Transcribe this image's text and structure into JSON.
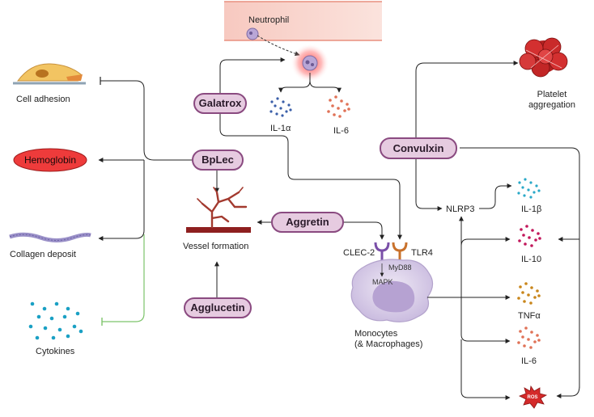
{
  "labels": {
    "neutrophil": "Neutrophil",
    "cell_adhesion": "Cell adhesion",
    "hemoglobin": "Hemoglobin",
    "collagen_deposit": "Collagen deposit",
    "cytokines": "Cytokines",
    "vessel_formation": "Vessel formation",
    "il1a": "IL-1α",
    "il6_top": "IL-6",
    "platelet_aggregation_1": "Platelet",
    "platelet_aggregation_2": "aggregation",
    "nlrp3": "NLRP3",
    "il1b": "IL-1β",
    "il10": "IL-10",
    "tnfa": "TNFα",
    "il6_bottom": "IL-6",
    "ros": "ROS",
    "clec2": "CLEC-2",
    "tlr4": "TLR4",
    "myd88": "MyD88",
    "mapk": "MAPK",
    "monocytes_1": "Monocytes",
    "monocytes_2": "(& Macrophages)"
  },
  "toxins": {
    "galatrox": "Galatrox",
    "bplec": "BpLec",
    "aggretin": "Aggretin",
    "agglucetin": "Agglucetin",
    "convulxin": "Convulxin"
  },
  "colors": {
    "pill_fill": "#e6cbe0",
    "pill_stroke": "#8a4a80",
    "hemoglobin_fill": "#ee3b3b",
    "vessel_band": "#f9d6cf",
    "inhibit_green": "#7cc36a",
    "arrow": "#222222"
  }
}
